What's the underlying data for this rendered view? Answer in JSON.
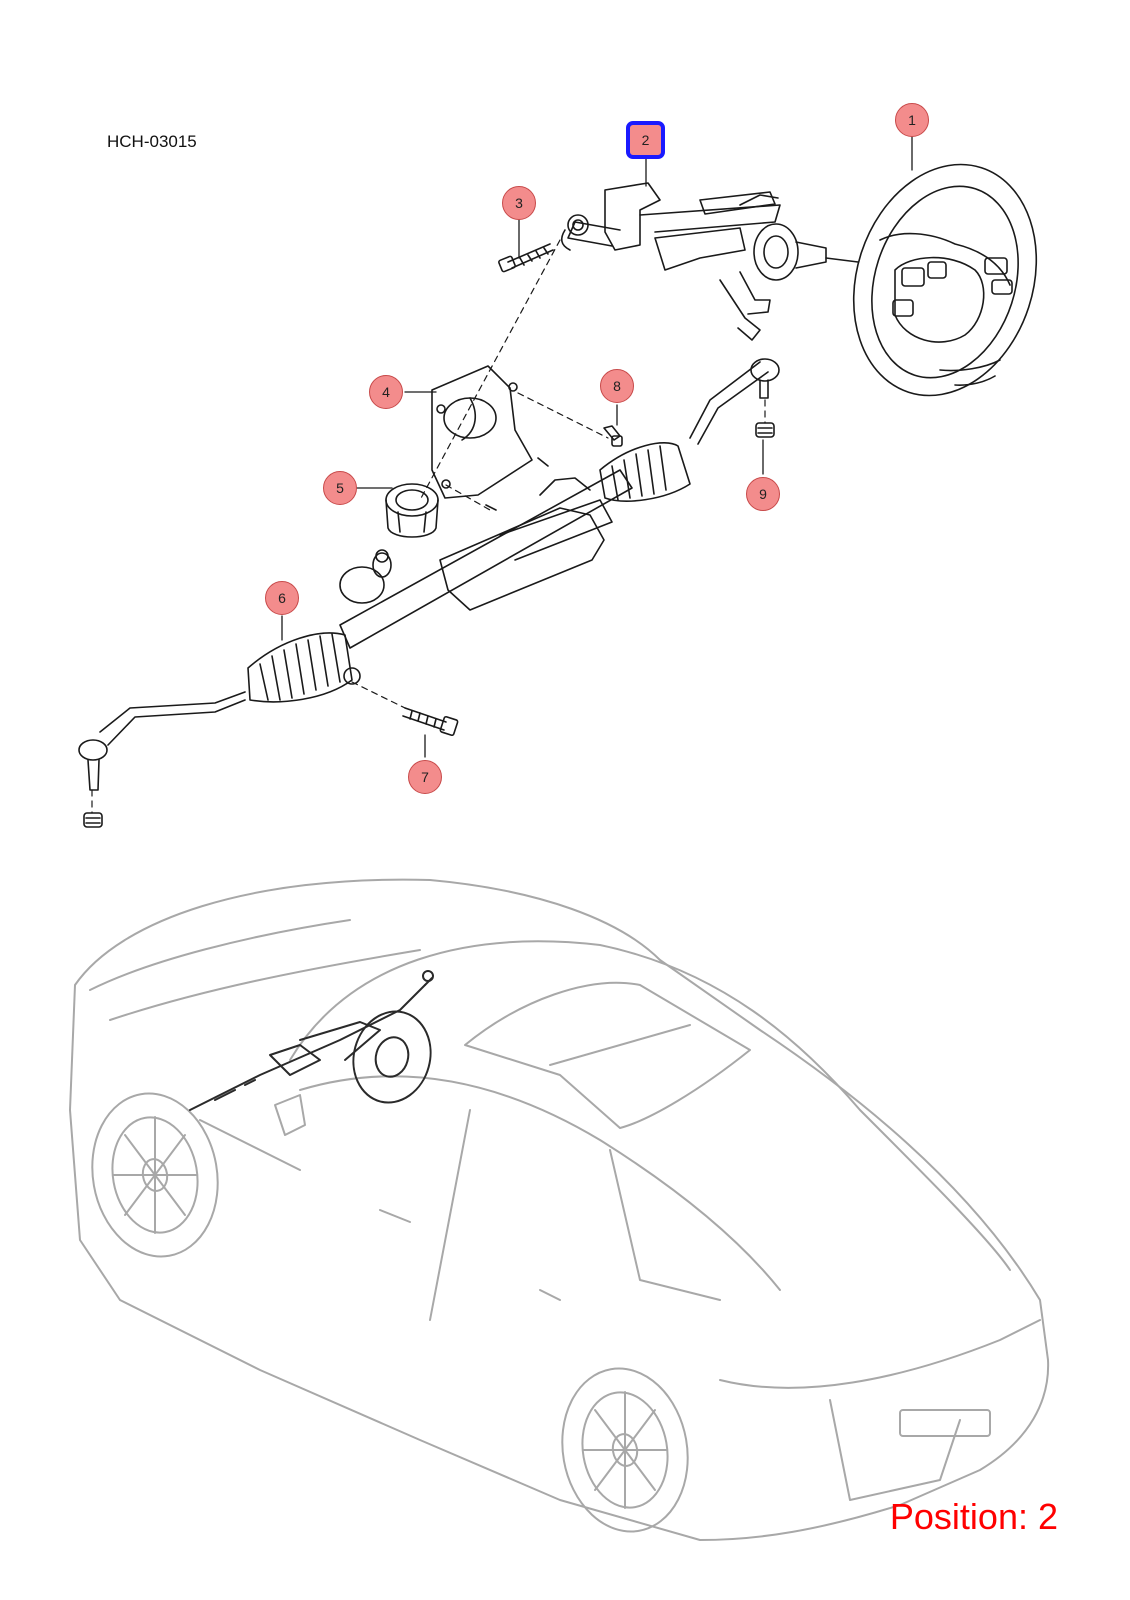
{
  "diagram": {
    "code": "HCH-03015",
    "position_label": "Position: 2",
    "selected_callout": "2",
    "callouts": [
      {
        "number": "1",
        "part": "steering-wheel"
      },
      {
        "number": "2",
        "part": "steering-column"
      },
      {
        "number": "3",
        "part": "column-bolt"
      },
      {
        "number": "4",
        "part": "dash-cover-plate"
      },
      {
        "number": "5",
        "part": "boot-seal"
      },
      {
        "number": "6",
        "part": "steering-gear"
      },
      {
        "number": "7",
        "part": "gear-mounting-bolt"
      },
      {
        "number": "8",
        "part": "plate-bolt"
      },
      {
        "number": "9",
        "part": "tie-rod-nut"
      }
    ]
  },
  "colors": {
    "callout_fill": "#f38c8c",
    "callout_border": "#c84a4a",
    "selected_border": "#1a1aff",
    "position_text": "#ff0000",
    "line_art": "#1a1a1a",
    "car_outline": "#a8a8a8"
  }
}
